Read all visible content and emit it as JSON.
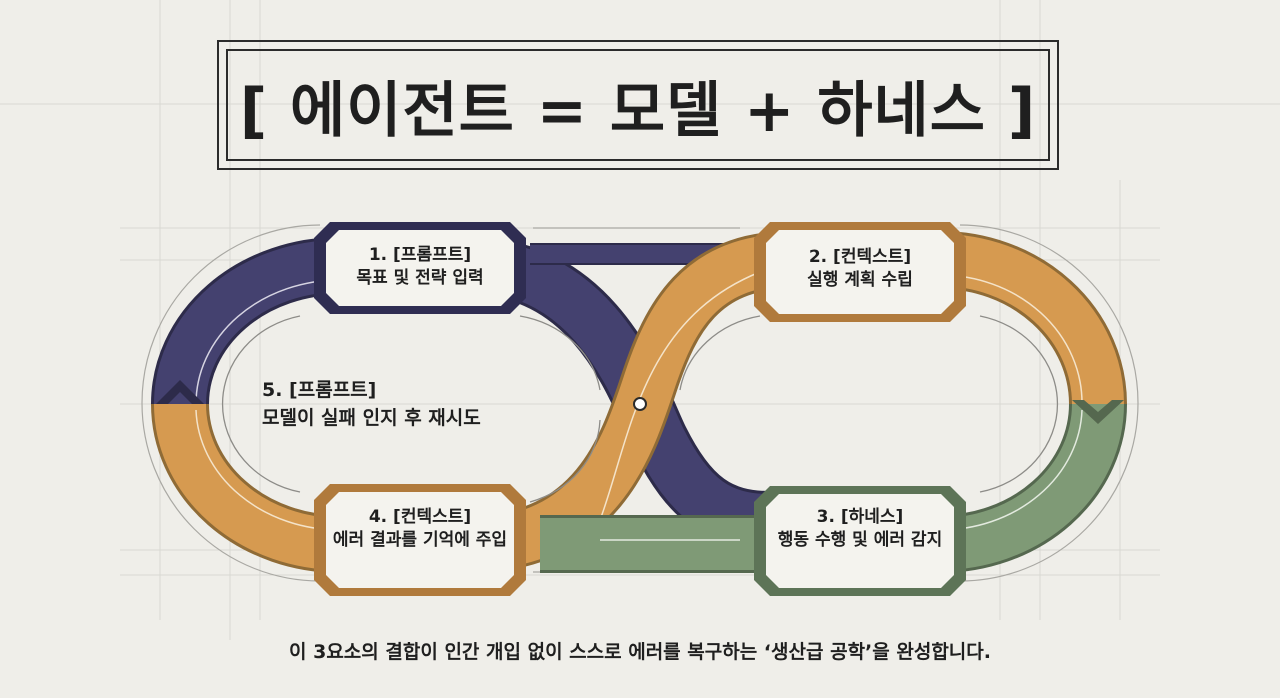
{
  "title": "[ 에이전트 = 모델 + 하네스 ]",
  "steps": [
    {
      "l1": "1. [프롬프트]",
      "l2": "목표 및 전략 입력"
    },
    {
      "l1": "2. [컨텍스트]",
      "l2": "실행 계획 수립"
    },
    {
      "l1": "3. [하네스]",
      "l2": "행동 수행 및 에러 감지"
    },
    {
      "l1": "4. [컨텍스트]",
      "l2": "에러 결과를 기억에 주입"
    },
    {
      "l1": "5. [프롬프트]",
      "l2": "모델이 실패 인지 후 재시도"
    }
  ],
  "footer": "이 3요소의 결합이 인간 개입 없이 스스로 에러를 복구하는 ‘생산급 공학’을 완성합니다.",
  "colors": {
    "navy": "#44416f",
    "orange": "#d69a50",
    "green": "#7f9a76",
    "background": "#efeee9"
  }
}
